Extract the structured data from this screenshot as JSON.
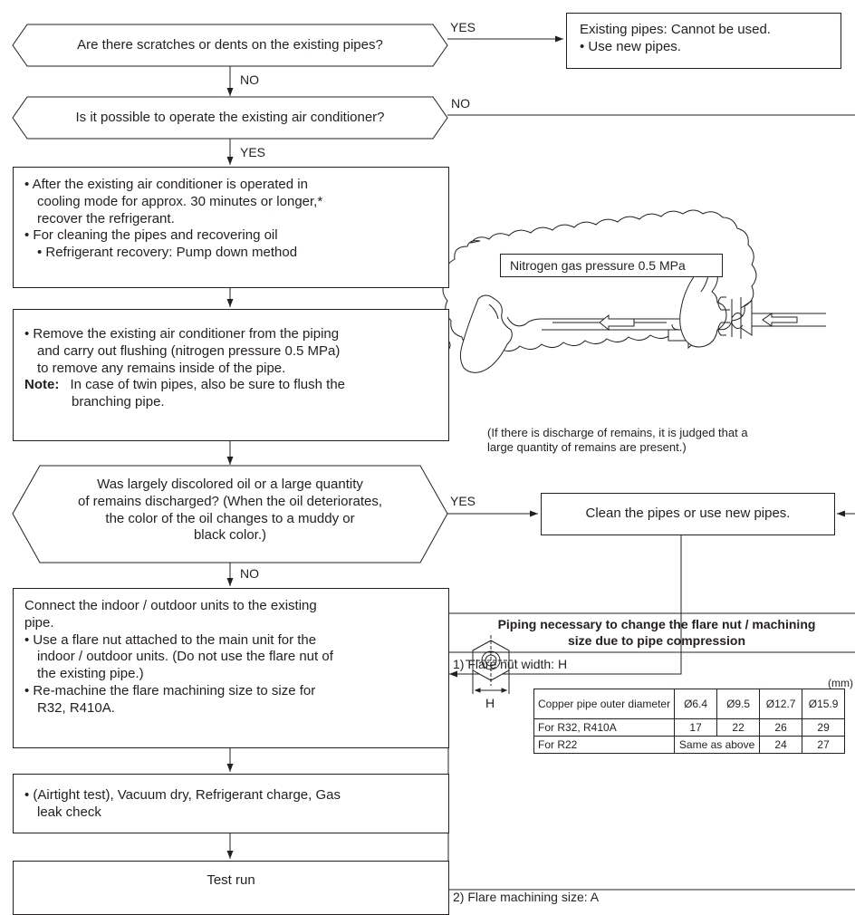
{
  "flow": {
    "q1": "Are there scratches or dents on the existing pipes?",
    "q1_yes": "YES",
    "q1_no": "NO",
    "result1_line1": "Existing pipes: Cannot be used.",
    "result1_line2": "• Use new pipes.",
    "q2": "Is it possible to operate the existing air conditioner?",
    "q2_no": "NO",
    "q2_yes": "YES",
    "step1": [
      "• After the existing air conditioner is operated in",
      "cooling mode for approx. 30 minutes or longer,*",
      "recover the refrigerant.",
      "• For cleaning the pipes and recovering oil",
      "• Refrigerant recovery: Pump down method"
    ],
    "step2": [
      "• Remove the existing air conditioner from the piping",
      "and carry out flushing (nitrogen pressure 0.5 MPa)",
      "to remove any remains inside of the pipe."
    ],
    "step2_note_label": "Note:",
    "step2_note": [
      "In case of twin pipes, also be sure to flush the",
      "branching pipe."
    ],
    "q3": [
      "Was largely discolored oil or a large quantity",
      "of remains discharged? (When the oil deteriorates,",
      "the color of the oil changes to a muddy or",
      "black color.)"
    ],
    "q3_yes": "YES",
    "q3_no": "NO",
    "clean": "Clean the pipes or use new pipes.",
    "step3": [
      "Connect the indoor / outdoor units to the existing",
      "pipe.",
      "• Use a flare nut attached to the main unit for the",
      "indoor / outdoor units. (Do not use the flare nut of",
      "the existing pipe.)",
      "• Re-machine the flare machining size to size for",
      "R32, R410A."
    ],
    "step4": [
      "• (Airtight test), Vacuum dry, Refrigerant charge, Gas",
      "leak check"
    ],
    "step5": "Test run"
  },
  "illustration": {
    "pressure_label": "Nitrogen gas pressure 0.5 MPa",
    "caption": [
      "(If there is discharge of remains, it is judged that a",
      "large quantity of remains are present.)"
    ]
  },
  "flare_table": {
    "title_line1": "Piping necessary to change the flare nut / machining",
    "title_line2": "size due to pipe compression",
    "section1": "1) Flare nut width: H",
    "unit": "(mm)",
    "h_label": "H",
    "header": [
      "Copper pipe outer diameter",
      "Ø6.4",
      "Ø9.5",
      "Ø12.7",
      "Ø15.9"
    ],
    "row_r32": [
      "For R32, R410A",
      "17",
      "22",
      "26",
      "29"
    ],
    "row_r22_label": "For R22",
    "row_r22_same": "Same as above",
    "row_r22_vals": [
      "24",
      "27"
    ],
    "section2": "2) Flare machining size: A"
  }
}
